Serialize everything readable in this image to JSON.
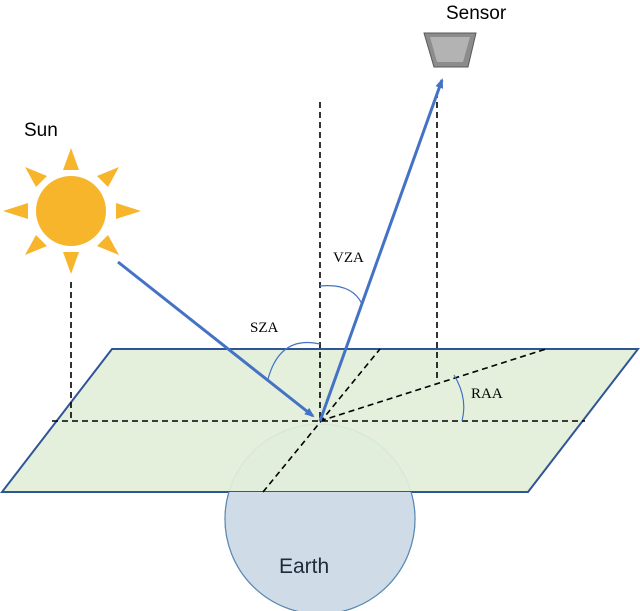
{
  "labels": {
    "sun": "Sun",
    "sensor": "Sensor",
    "earth": "Earth",
    "sza": "SZA",
    "vza": "VZA",
    "raa": "RAA"
  },
  "colors": {
    "plane_fill": "#e2efd9",
    "plane_stroke": "#2f5597",
    "earth_fill": "#cfdce8",
    "earth_stroke": "#5b8bb5",
    "sun_fill": "#f7b52c",
    "ray": "#4472c4",
    "angle_arc": "#4472c4",
    "sensor_fill": "#8c8c8c"
  },
  "icons": {
    "sun": "sun-icon",
    "sensor": "sensor-icon"
  }
}
